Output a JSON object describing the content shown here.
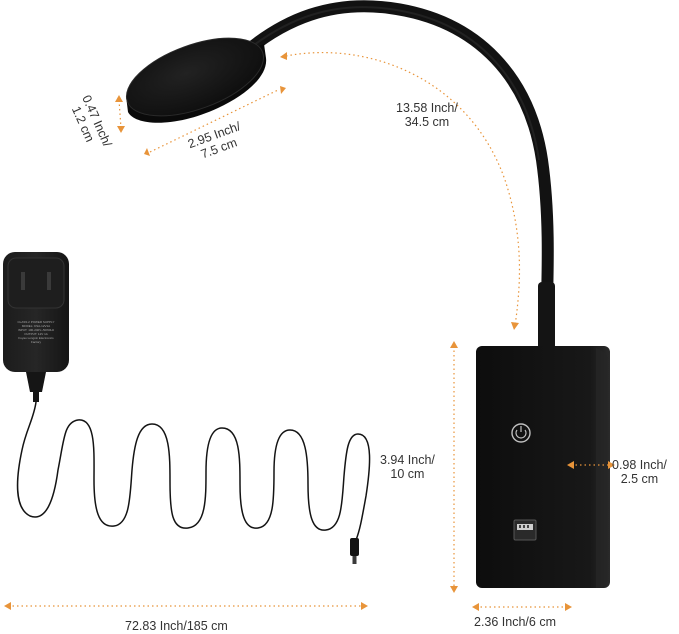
{
  "product": {
    "dimensions": {
      "head_thickness": {
        "line1": "0.47 Inch/",
        "line2": "1.2 cm"
      },
      "head_diameter": {
        "line1": "2.95 Inch/",
        "line2": "7.5 cm"
      },
      "gooseneck_length": {
        "line1": "13.58 Inch/",
        "line2": "34.5 cm"
      },
      "base_height": {
        "line1": "3.94 Inch/",
        "line2": "10 cm"
      },
      "base_depth": {
        "line1": "0.98 Inch/",
        "line2": "2.5 cm"
      },
      "base_width": "2.36 Inch/6 cm",
      "cord_length": "72.83 Inch/185 cm"
    },
    "adapter_label": {
      "lines": [
        "CLASS 2 POWER SUPPLY",
        "MODEL: KSA-12V1A",
        "INPUT: 100-240V~50/60Hz",
        "OUTPUT: 12V 1A",
        "Fuyao Longxin Electronics Factory"
      ]
    }
  },
  "colors": {
    "accent": "#e8943a",
    "product": "#111111",
    "text": "#333333"
  },
  "icons": {
    "power": "power-icon",
    "usb": "usb-port-icon"
  }
}
